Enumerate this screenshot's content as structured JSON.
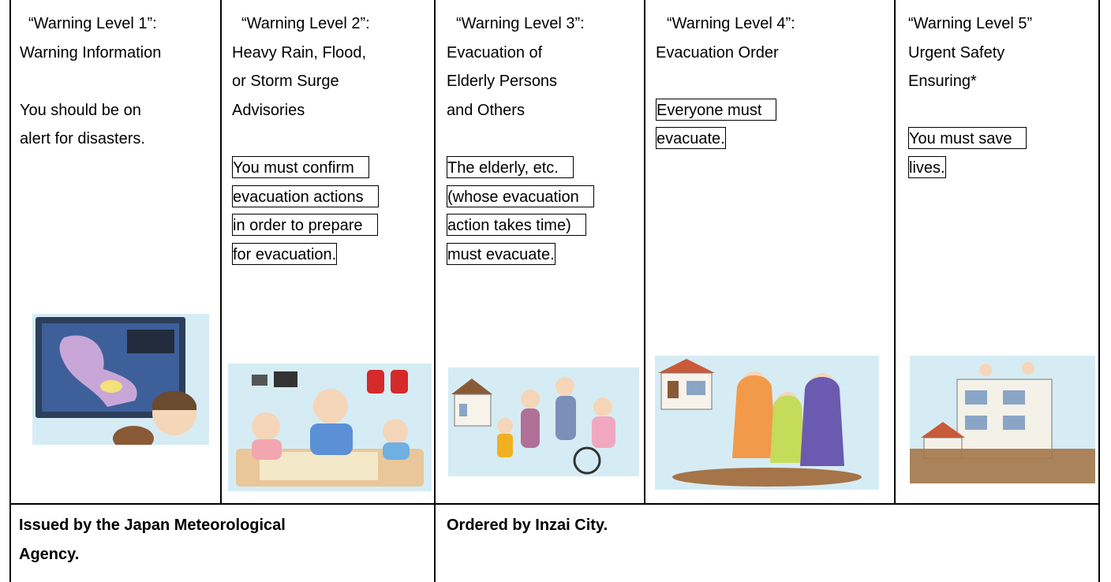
{
  "levels": [
    {
      "title": "“Warning Level 1”:",
      "subtitle": [
        "Warning Information"
      ],
      "desc": [
        "You should be on",
        "alert for disasters."
      ],
      "boxed": [],
      "illustration_icon": "tv-weather-map-family-illustration"
    },
    {
      "title": "“Warning Level 2”:",
      "subtitle": [
        "Heavy Rain, Flood,",
        "or Storm Surge",
        "Advisories"
      ],
      "desc": [],
      "boxed": [
        "You must confirm",
        "evacuation actions",
        "in order to prepare",
        "for evacuation."
      ],
      "illustration_icon": "family-preparing-evacuation-illustration"
    },
    {
      "title": "“Warning Level 3”:",
      "subtitle": [
        "Evacuation of",
        "Elderly Persons",
        "and Others"
      ],
      "desc": [],
      "boxed": [
        "The elderly, etc.",
        "(whose evacuation",
        "action takes time)",
        "must evacuate."
      ],
      "illustration_icon": "elderly-evacuation-illustration"
    },
    {
      "title": "“Warning Level 4”:",
      "subtitle": [
        "Evacuation Order"
      ],
      "desc": [],
      "boxed": [
        "Everyone must",
        "evacuate."
      ],
      "illustration_icon": "family-evacuating-rain-illustration"
    },
    {
      "title": "“Warning Level 5”",
      "subtitle": [
        "Urgent Safety",
        "Ensuring*"
      ],
      "desc": [],
      "boxed": [
        "You must save",
        "lives."
      ],
      "illustration_icon": "flooded-building-rooftop-illustration"
    }
  ],
  "footer": {
    "left": [
      "Issued by the Japan Meteorological",
      "Agency."
    ],
    "right": [
      "Ordered by Inzai City."
    ]
  },
  "colors": {
    "border": "#000000",
    "illustration_bg": "#cfe8f3"
  }
}
